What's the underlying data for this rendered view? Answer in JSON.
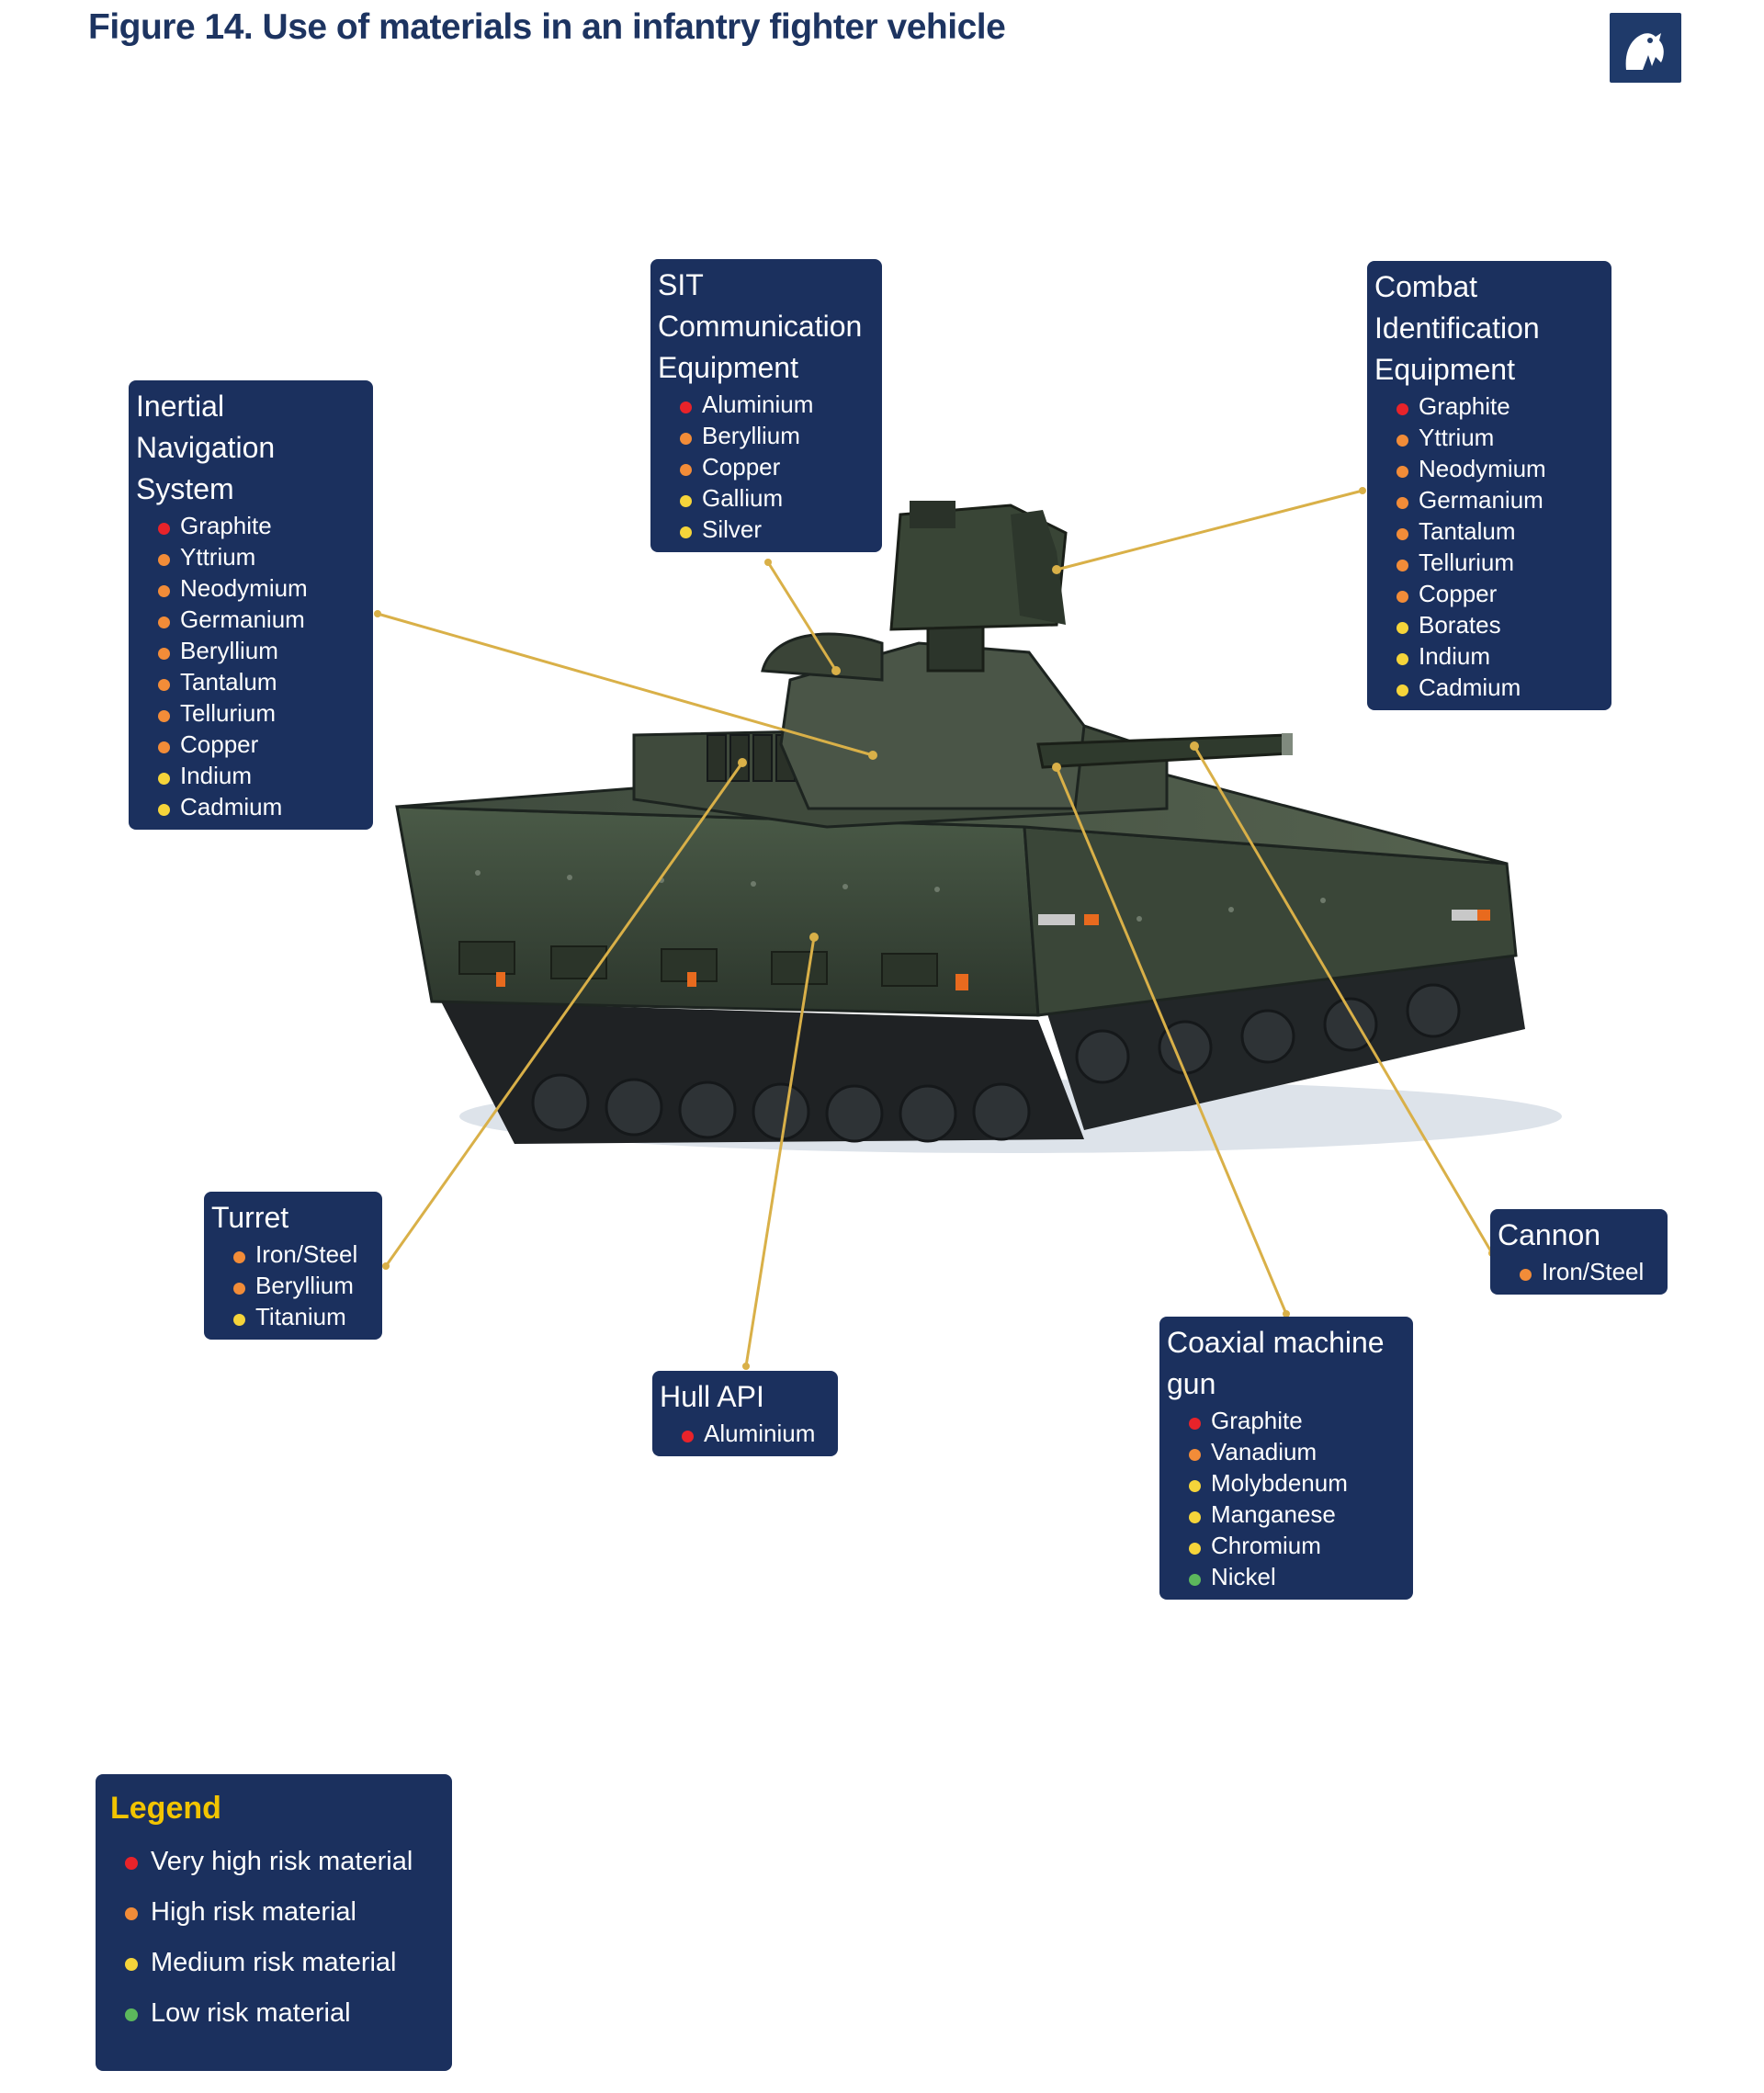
{
  "figure_title": "Figure 14. Use of materials in an infantry fighter vehicle",
  "colors": {
    "very_high": "#e8232a",
    "high": "#f28c38",
    "medium": "#f5d43a",
    "low": "#5cb85c",
    "box": "#1b305e",
    "title": "#1d3461",
    "leader": "#d9b048"
  },
  "logo_icon": "bird-silhouette-icon",
  "vehicle_image_icon": "infantry-fighter-vehicle-icon",
  "components": [
    {
      "name": "inertial-navigation-system",
      "title_lines": [
        "Inertial",
        "Navigation",
        "System"
      ],
      "materials": [
        {
          "label": "Graphite",
          "risk": "very_high"
        },
        {
          "label": "Yttrium",
          "risk": "high"
        },
        {
          "label": "Neodymium",
          "risk": "high"
        },
        {
          "label": "Germanium",
          "risk": "high"
        },
        {
          "label": "Beryllium",
          "risk": "high"
        },
        {
          "label": "Tantalum",
          "risk": "high"
        },
        {
          "label": "Tellurium",
          "risk": "high"
        },
        {
          "label": "Copper",
          "risk": "high"
        },
        {
          "label": "Indium",
          "risk": "medium"
        },
        {
          "label": "Cadmium",
          "risk": "medium"
        }
      ]
    },
    {
      "name": "sit-communication-equipment",
      "title_lines": [
        "SIT",
        "Communication",
        "Equipment"
      ],
      "materials": [
        {
          "label": "Aluminium",
          "risk": "very_high"
        },
        {
          "label": "Beryllium",
          "risk": "high"
        },
        {
          "label": "Copper",
          "risk": "high"
        },
        {
          "label": "Gallium",
          "risk": "medium"
        },
        {
          "label": "Silver",
          "risk": "medium"
        }
      ]
    },
    {
      "name": "combat-identification-equipment",
      "title_lines": [
        "Combat",
        "Identification",
        "Equipment"
      ],
      "materials": [
        {
          "label": "Graphite",
          "risk": "very_high"
        },
        {
          "label": "Yttrium",
          "risk": "high"
        },
        {
          "label": "Neodymium",
          "risk": "high"
        },
        {
          "label": "Germanium",
          "risk": "high"
        },
        {
          "label": "Tantalum",
          "risk": "high"
        },
        {
          "label": "Tellurium",
          "risk": "high"
        },
        {
          "label": "Copper",
          "risk": "high"
        },
        {
          "label": "Borates",
          "risk": "medium"
        },
        {
          "label": "Indium",
          "risk": "medium"
        },
        {
          "label": "Cadmium",
          "risk": "medium"
        }
      ]
    },
    {
      "name": "turret",
      "title_lines": [
        "Turret"
      ],
      "materials": [
        {
          "label": "Iron/Steel",
          "risk": "high"
        },
        {
          "label": "Beryllium",
          "risk": "high"
        },
        {
          "label": "Titanium",
          "risk": "medium"
        }
      ]
    },
    {
      "name": "hull-api",
      "title_lines": [
        "Hull API"
      ],
      "materials": [
        {
          "label": "Aluminium",
          "risk": "very_high"
        }
      ]
    },
    {
      "name": "coaxial-machine-gun",
      "title_lines": [
        "Coaxial machine",
        "gun"
      ],
      "materials": [
        {
          "label": "Graphite",
          "risk": "very_high"
        },
        {
          "label": "Vanadium",
          "risk": "high"
        },
        {
          "label": "Molybdenum",
          "risk": "medium"
        },
        {
          "label": "Manganese",
          "risk": "medium"
        },
        {
          "label": "Chromium",
          "risk": "medium"
        },
        {
          "label": "Nickel",
          "risk": "low"
        }
      ]
    },
    {
      "name": "cannon",
      "title_lines": [
        "Cannon"
      ],
      "materials": [
        {
          "label": "Iron/Steel",
          "risk": "high"
        }
      ]
    }
  ],
  "legend": {
    "title": "Legend",
    "items": [
      {
        "label": "Very high risk material",
        "risk": "very_high"
      },
      {
        "label": "High risk material",
        "risk": "high"
      },
      {
        "label": "Medium risk material",
        "risk": "medium"
      },
      {
        "label": "Low risk material",
        "risk": "low"
      }
    ]
  }
}
